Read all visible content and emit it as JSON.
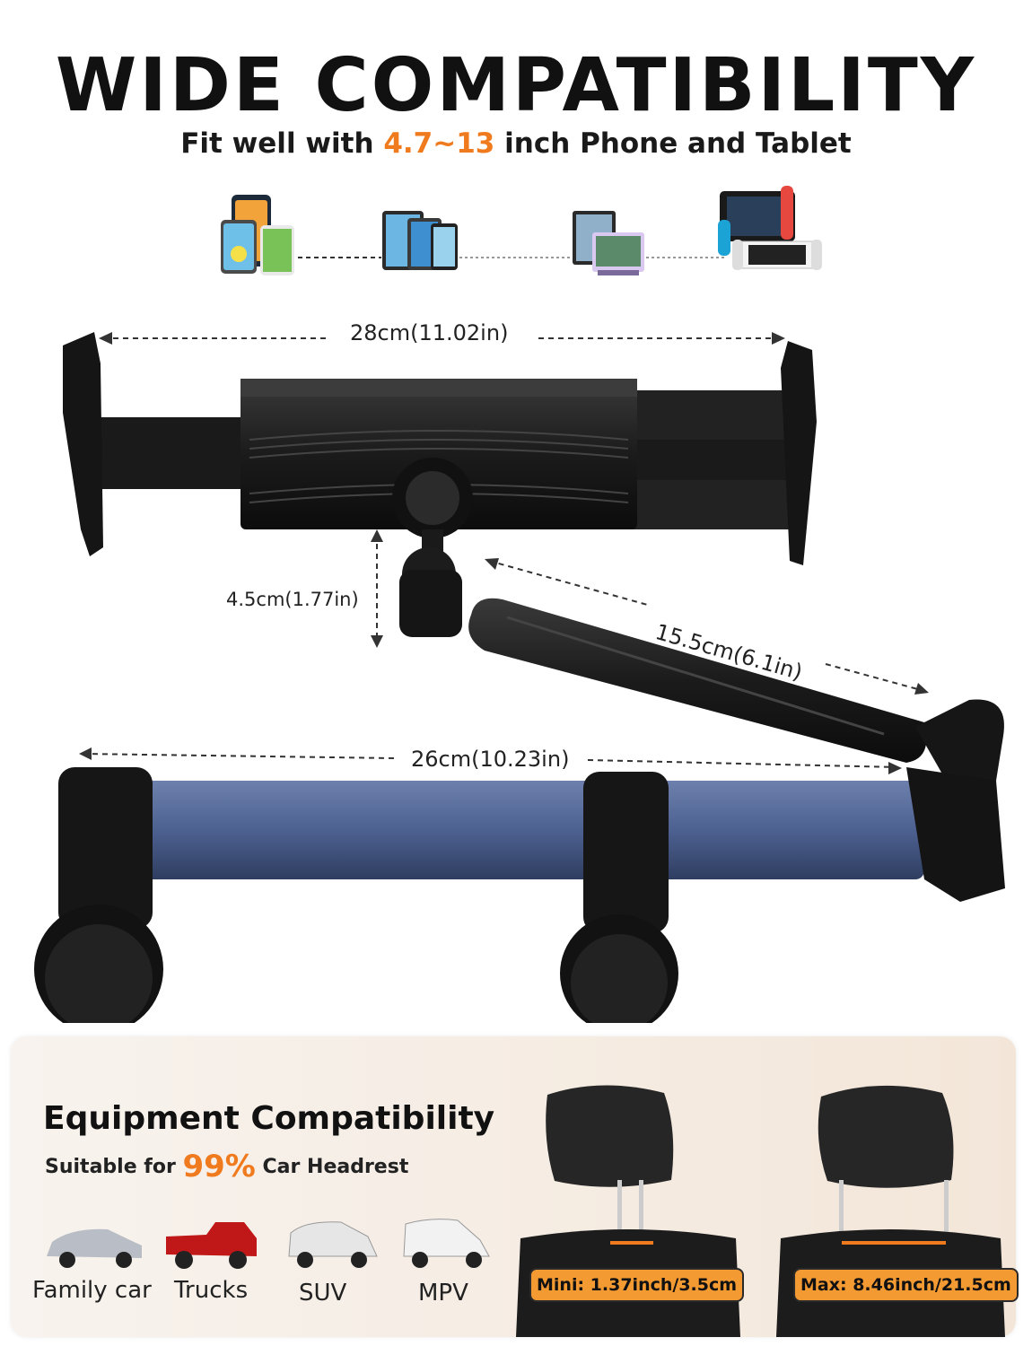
{
  "header": {
    "title": "WIDE COMPATIBILITY",
    "subtitle_pre": "Fit well with ",
    "subtitle_highlight": "4.7~13",
    "subtitle_post": " inch Phone and Tablet"
  },
  "devices": [
    {
      "icon": "phones-icon"
    },
    {
      "icon": "tablets-icon"
    },
    {
      "icon": "tablet-stand-icon"
    },
    {
      "icon": "game-console-icon"
    }
  ],
  "dimensions": {
    "clamp_width": "28cm(11.02in)",
    "arm_drop": "4.5cm(1.77in)",
    "arm_length": "15.5cm(6.1in)",
    "bar_length": "26cm(10.23in)"
  },
  "equipment": {
    "title": "Equipment Compatibility",
    "sub_pre": "Suitable for ",
    "sub_pct": "99%",
    "sub_post": " Car Headrest",
    "cars": [
      {
        "label": "Family car",
        "color": "#b9bec6"
      },
      {
        "label": "Trucks",
        "color": "#c01818"
      },
      {
        "label": "SUV",
        "color": "#e8e8e8"
      },
      {
        "label": "MPV",
        "color": "#f0f0f0"
      }
    ],
    "mini": "Mini: 1.37inch/3.5cm",
    "max": "Max: 8.46inch/21.5cm"
  },
  "colors": {
    "accent": "#f07a1e",
    "rod": "#4d6191",
    "plastic": "#1b1b1b"
  }
}
